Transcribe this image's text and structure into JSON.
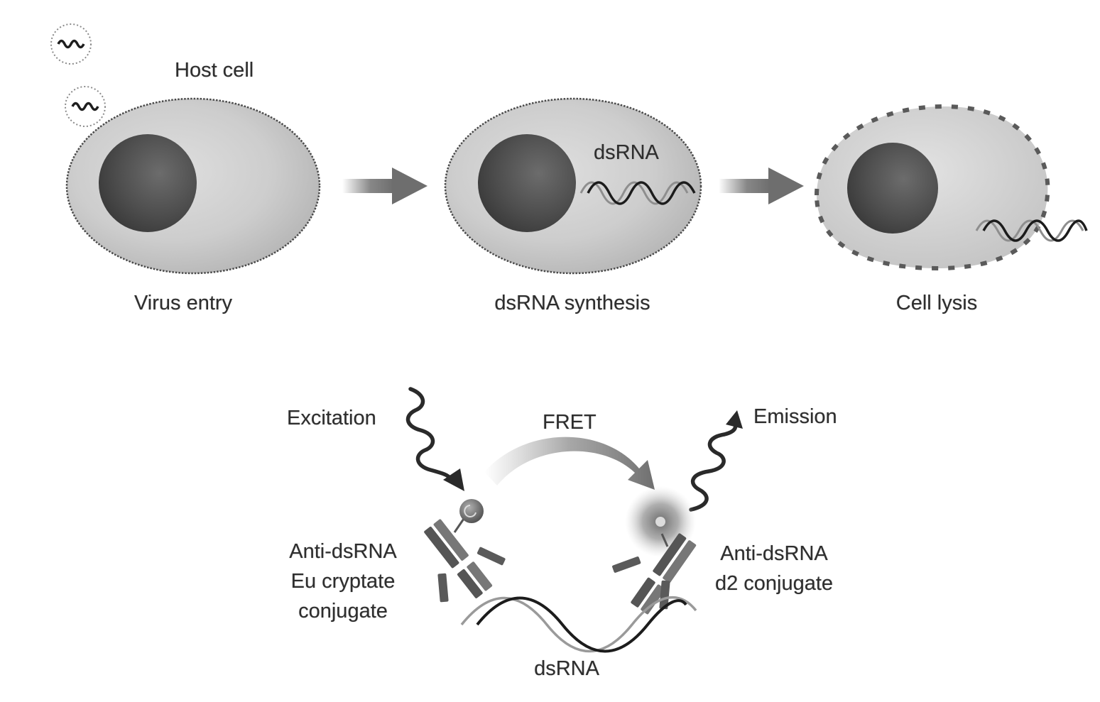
{
  "labels": {
    "host_cell": "Host cell",
    "virus_entry": "Virus entry",
    "dsrna_synthesis": "dsRNA synthesis",
    "dsrna_in_cell": "dsRNA",
    "cell_lysis": "Cell lysis",
    "excitation": "Excitation",
    "fret": "FRET",
    "emission": "Emission",
    "left_antibody": [
      "Anti-dsRNA",
      "Eu cryptate",
      "conjugate"
    ],
    "right_antibody": [
      "Anti-dsRNA",
      "d2 conjugate"
    ],
    "dsrna_bottom": "dsRNA"
  },
  "colors": {
    "cytoplasm": "#c8c8c8",
    "nucleus": "#505050",
    "membrane": "#4a4a4a",
    "arrow": "#7a7a7a",
    "text": "#2e2e2e"
  }
}
